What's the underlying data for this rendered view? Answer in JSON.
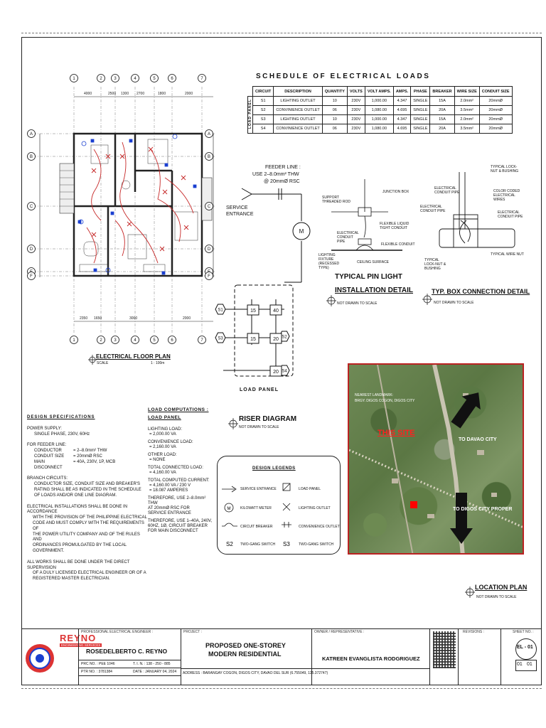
{
  "schedule": {
    "title": "SCHEDULE OF ELECTRICAL LOADS",
    "headers": [
      "CIRCUIT",
      "DESCRIPTION",
      "QUANTITY",
      "VOLTS",
      "VOLT AMPS.",
      "AMPS.",
      "PHASE",
      "BREAKER",
      "WIRE SIZE",
      "CONDUIT SIZE"
    ],
    "side_label": "LOAD PANEL",
    "rows": [
      [
        "S1",
        "LIGHTING OUTLET",
        "10",
        "230V",
        "1,000.00",
        "4.347",
        "SINGLE",
        "15A",
        "2.0mm²",
        "20mmØ"
      ],
      [
        "S2",
        "CONVINIENCE OUTLET",
        "06",
        "230V",
        "1,080.00",
        "4.695",
        "SINGLE",
        "20A",
        "3.5mm²",
        "20mmØ"
      ],
      [
        "S3",
        "LIGHTING OUTLET",
        "10",
        "230V",
        "1,000.00",
        "4.347",
        "SINGLE",
        "15A",
        "2.0mm²",
        "20mmØ"
      ],
      [
        "S4",
        "CONVINIENCE OUTLET",
        "06",
        "230V",
        "1,080.00",
        "4.695",
        "SINGLE",
        "20A",
        "3.5mm²",
        "20mmØ"
      ]
    ]
  },
  "floor_plan": {
    "title": "ELECTRICAL FLOOR PLAN",
    "scale": "SCALE",
    "scale_value": "1 : 100m",
    "top_dims": [
      "4000",
      "2500",
      "1300",
      "2700",
      "1800",
      "2000"
    ],
    "bottom_dims": [
      "2350",
      "1650",
      "3000",
      "2000"
    ],
    "grid_top": [
      "1",
      "2",
      "3",
      "4",
      "5",
      "6",
      "7"
    ],
    "grid_left": [
      "A",
      "B",
      "C",
      "D",
      "E",
      "F"
    ]
  },
  "riser": {
    "feeder_line": "FEEDER LINE :",
    "feeder_spec": "USE 2–8.0mm² THW",
    "feeder_conduit": "@ 20mmØ RSC",
    "service_entrance": "SERVICE\nENTRANCE",
    "meter": "M",
    "breakers": [
      "15",
      "40",
      "15",
      "20",
      "20"
    ],
    "circuits": [
      "S1",
      "S2",
      "S3",
      "S4"
    ],
    "panel_label": "LOAD PANEL",
    "title": "RISER DIAGRAM",
    "not_to_scale": "NOT   DRAWN   TO   SCALE"
  },
  "pin_light": {
    "title1": "TYPICAL PIN LIGHT",
    "title2": "INSTALLATION DETAIL",
    "not_to_scale": "NOT   DRAWN   TO   SCALE",
    "labels": [
      "JUNCTION BOX",
      "SUPPORT THREADED ROD",
      "FLEXIBLE LIQUID TIGHT CONDUIT",
      "ELECTRICAL CONDUIT PIPE",
      "FLEXIBLE CONDUIT",
      "LIGHTING FIXTURE (RECESSED TYPE)",
      "CEILING SURFACE"
    ]
  },
  "box_detail": {
    "title": "TYP. BOX CONNECTION DETAIL",
    "not_to_scale": "NOT   DRAWN   TO   SCALE",
    "labels": [
      "TYPICAL LOCK-NUT & BUSHING",
      "ELECTRICAL CONDUIT PIPE",
      "COLOR CODED ELECTRICAL WIRES",
      "ELECTRICAL CONDUIT PIPE",
      "ELECTRICAL CONDUIT PIPE",
      "TYPICAL WIRE NUT",
      "TYPICAL LOCK-NUT & BUSHING"
    ]
  },
  "design_specs": {
    "title": "DESIGN SPECIFICATIONS",
    "power_supply": "POWER SUPPLY:",
    "power_value": "SINGLE PHASE, 230V, 60Hz",
    "feeder_title": "FOR FEEDER LINE:",
    "conductor_k": "CONDUCTOR",
    "conductor_v": "= 2–8.0mm² THW",
    "conduit_k": "CONDUIT SIZE",
    "conduit_v": "= 20mmØ RSC",
    "main_k": "MAIN DISCONNECT",
    "main_v": "= 40A, 230V, 1P, MCB",
    "branch_title": "BRANCH CIRCUITS:",
    "branch_lines": [
      "CONDUCTOR SIZE, CONDUIT SIZE AND BREAKER'S",
      "RATING SHALL BE AS INDICATED IN THE SCHEDULE",
      "OF LOADS AND/OR ONE LINE DIAGRAM."
    ],
    "install_lines": [
      "ELECTRICAL INSTALLATIONS SHALL BE DONE IN ACCORDANCE",
      "WITH THE PROVISION OF THE PHILIPPINE ELECTRICAL",
      "CODE AND MUST COMPLY WITH THE REQUIREMENTS OF",
      "THE POWER UTILITY COMPANY AND OF THE RULES AND",
      "ORDINANCES PROMULGATED BY THE LOCAL GOVERNMENT."
    ],
    "works_lines": [
      "ALL WORKS SHALL BE DONE UNDER THE DIRECT SUPERVISION",
      "OF A DULY LICENSED ELECTRICAL ENGINEER OR OF A",
      "REGISTERED MASTER ELECTRICIAN."
    ]
  },
  "load_comp": {
    "title1": "LOAD COMPUTATIONS :",
    "title2": "LOAD PANEL",
    "lines": [
      "LIGHTING LOAD:",
      "= 2,000.00 VA",
      "",
      "CONVENIENCE LOAD:",
      "= 2,160.00 VA",
      "",
      "OTHER LOAD:",
      "= NONE",
      "",
      "TOTAL CONNECTED LOAD:",
      "= 4,160.00 VA",
      "",
      "TOTAL COMPUTED CURRENT:",
      "= 4,160.00 VA / 230 V",
      "= 18.087 AMPERES",
      "",
      "THEREFORE, USE 2–8.0mm² THW",
      "AT 20mmØ RSC FOR",
      "SERVICE ENTRANCE",
      "",
      "THEREFORE, USE 1–40A, 240V,",
      "60HZ, 1Ø, CIRCUIT BREAKER",
      "FOR MAIN DISCONNECT"
    ]
  },
  "legend": {
    "title": "DESIGN LEGENDS",
    "items": [
      "SERVICE ENTRANCE",
      "LOAD PANEL",
      "KILOWATT METER",
      "LIGHTING OUTLET",
      "CIRCUIT BREAKER",
      "CONVENIENCE OUTLET",
      "TWO-GANG SWITCH",
      "TWO-GANG SWITCH"
    ],
    "s2": "S2",
    "s3": "S3",
    "meter_symbol": "M"
  },
  "location": {
    "landmark": "NEAREST LANDMARK:",
    "landmark2": "BRGY. DIGOS COGON, DIGOS CITY",
    "this_site": "THIS SITE",
    "to_davao": "TO DAVAO CITY",
    "to_digos": "TO DIGOS CITY PROPER",
    "title": "LOCATION PLAN",
    "not_to_scale": "NOT   DRAWN   TO   SCALE"
  },
  "title_block": {
    "company": "REYNO",
    "company_sub": "ENGINEERING SERVICES",
    "engineer_label": "PROFESSIONAL ELECTRICAL ENGINEER :",
    "engineer": "ROSEDELBERTO C. REYNO",
    "prc": "PRC NO. : PEE 1046",
    "tin": "T. I. N. : 138 - 250 - 885",
    "ptr": "PTR NO. : 3781384",
    "date": "DATE : JANUARY 04, 2024",
    "project_label": "PROJECT :",
    "project1": "PROPOSED ONE-STOREY",
    "project2": "MODERN RESIDENTIAL",
    "owner_label": "OWNER / REPRESENTATIVE :",
    "owner": "KATREEN EVANGLISTA RODGRIGUEZ",
    "address": "ADDRESS : BARANGAY COGON, DIGOS CITY, DAVAO DEL SUR (6.755049, 125.372747)",
    "revisions": "REVISIONS :",
    "sheet_no": "SHEET NO. :",
    "sheet": "EL - 01",
    "sheet_num": "01",
    "sheet_total": "01"
  },
  "colors": {
    "wire_red": "#c62828",
    "wire_blue": "#1a3fd0",
    "ink": "#111111"
  }
}
